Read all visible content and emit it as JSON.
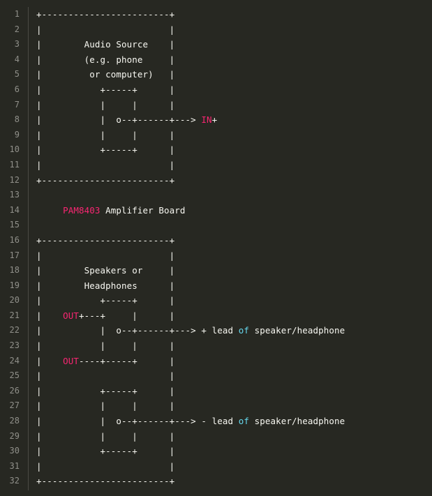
{
  "editor": {
    "keyword_color": "#f92672",
    "operator_color": "#66d9ef",
    "lines": [
      {
        "n": "1",
        "segments": [
          {
            "t": "+------------------------+",
            "c": "plain"
          }
        ]
      },
      {
        "n": "2",
        "segments": [
          {
            "t": "|                        |",
            "c": "plain"
          }
        ]
      },
      {
        "n": "3",
        "segments": [
          {
            "t": "|        Audio Source    |",
            "c": "plain"
          }
        ]
      },
      {
        "n": "4",
        "segments": [
          {
            "t": "|        (e.g. phone     |",
            "c": "plain"
          }
        ]
      },
      {
        "n": "5",
        "segments": [
          {
            "t": "|         or computer)   |",
            "c": "plain"
          }
        ]
      },
      {
        "n": "6",
        "segments": [
          {
            "t": "|           +-----+      |",
            "c": "plain"
          }
        ]
      },
      {
        "n": "7",
        "segments": [
          {
            "t": "|           |     |      |",
            "c": "plain"
          }
        ]
      },
      {
        "n": "8",
        "segments": [
          {
            "t": "|           |  o--+------+---> ",
            "c": "plain"
          },
          {
            "t": "IN",
            "c": "pink"
          },
          {
            "t": "+",
            "c": "plain"
          }
        ]
      },
      {
        "n": "9",
        "segments": [
          {
            "t": "|           |     |      |",
            "c": "plain"
          }
        ]
      },
      {
        "n": "10",
        "segments": [
          {
            "t": "|           +-----+      |",
            "c": "plain"
          }
        ]
      },
      {
        "n": "11",
        "segments": [
          {
            "t": "|                        |",
            "c": "plain"
          }
        ]
      },
      {
        "n": "12",
        "segments": [
          {
            "t": "+------------------------+",
            "c": "plain"
          }
        ]
      },
      {
        "n": "13",
        "segments": [
          {
            "t": "",
            "c": "plain"
          }
        ]
      },
      {
        "n": "14",
        "segments": [
          {
            "t": "     ",
            "c": "plain"
          },
          {
            "t": "PAM8403",
            "c": "pink"
          },
          {
            "t": " Amplifier Board",
            "c": "plain"
          }
        ]
      },
      {
        "n": "15",
        "segments": [
          {
            "t": "",
            "c": "plain"
          }
        ]
      },
      {
        "n": "16",
        "segments": [
          {
            "t": "+------------------------+",
            "c": "plain"
          }
        ]
      },
      {
        "n": "17",
        "segments": [
          {
            "t": "|                        |",
            "c": "plain"
          }
        ]
      },
      {
        "n": "18",
        "segments": [
          {
            "t": "|        Speakers or     |",
            "c": "plain"
          }
        ]
      },
      {
        "n": "19",
        "segments": [
          {
            "t": "|        Headphones      |",
            "c": "plain"
          }
        ]
      },
      {
        "n": "20",
        "segments": [
          {
            "t": "|           +-----+      |",
            "c": "plain"
          }
        ]
      },
      {
        "n": "21",
        "segments": [
          {
            "t": "|    ",
            "c": "plain"
          },
          {
            "t": "OUT",
            "c": "pink"
          },
          {
            "t": "+---+     |      |",
            "c": "plain"
          }
        ]
      },
      {
        "n": "22",
        "segments": [
          {
            "t": "|           |  o--+------+---> + lead ",
            "c": "plain"
          },
          {
            "t": "of",
            "c": "cyan"
          },
          {
            "t": " speaker/headphone",
            "c": "plain"
          }
        ]
      },
      {
        "n": "23",
        "segments": [
          {
            "t": "|           |     |      |",
            "c": "plain"
          }
        ]
      },
      {
        "n": "24",
        "segments": [
          {
            "t": "|    ",
            "c": "plain"
          },
          {
            "t": "OUT",
            "c": "pink"
          },
          {
            "t": "----+-----+      |",
            "c": "plain"
          }
        ]
      },
      {
        "n": "25",
        "segments": [
          {
            "t": "|                        |",
            "c": "plain"
          }
        ]
      },
      {
        "n": "26",
        "segments": [
          {
            "t": "|           +-----+      |",
            "c": "plain"
          }
        ]
      },
      {
        "n": "27",
        "segments": [
          {
            "t": "|           |     |      |",
            "c": "plain"
          }
        ]
      },
      {
        "n": "28",
        "segments": [
          {
            "t": "|           |  o--+------+---> - lead ",
            "c": "plain"
          },
          {
            "t": "of",
            "c": "cyan"
          },
          {
            "t": " speaker/headphone",
            "c": "plain"
          }
        ]
      },
      {
        "n": "29",
        "segments": [
          {
            "t": "|           |     |      |",
            "c": "plain"
          }
        ]
      },
      {
        "n": "30",
        "segments": [
          {
            "t": "|           +-----+      |",
            "c": "plain"
          }
        ]
      },
      {
        "n": "31",
        "segments": [
          {
            "t": "|                        |",
            "c": "plain"
          }
        ]
      },
      {
        "n": "32",
        "segments": [
          {
            "t": "+------------------------+",
            "c": "plain"
          }
        ]
      }
    ]
  }
}
